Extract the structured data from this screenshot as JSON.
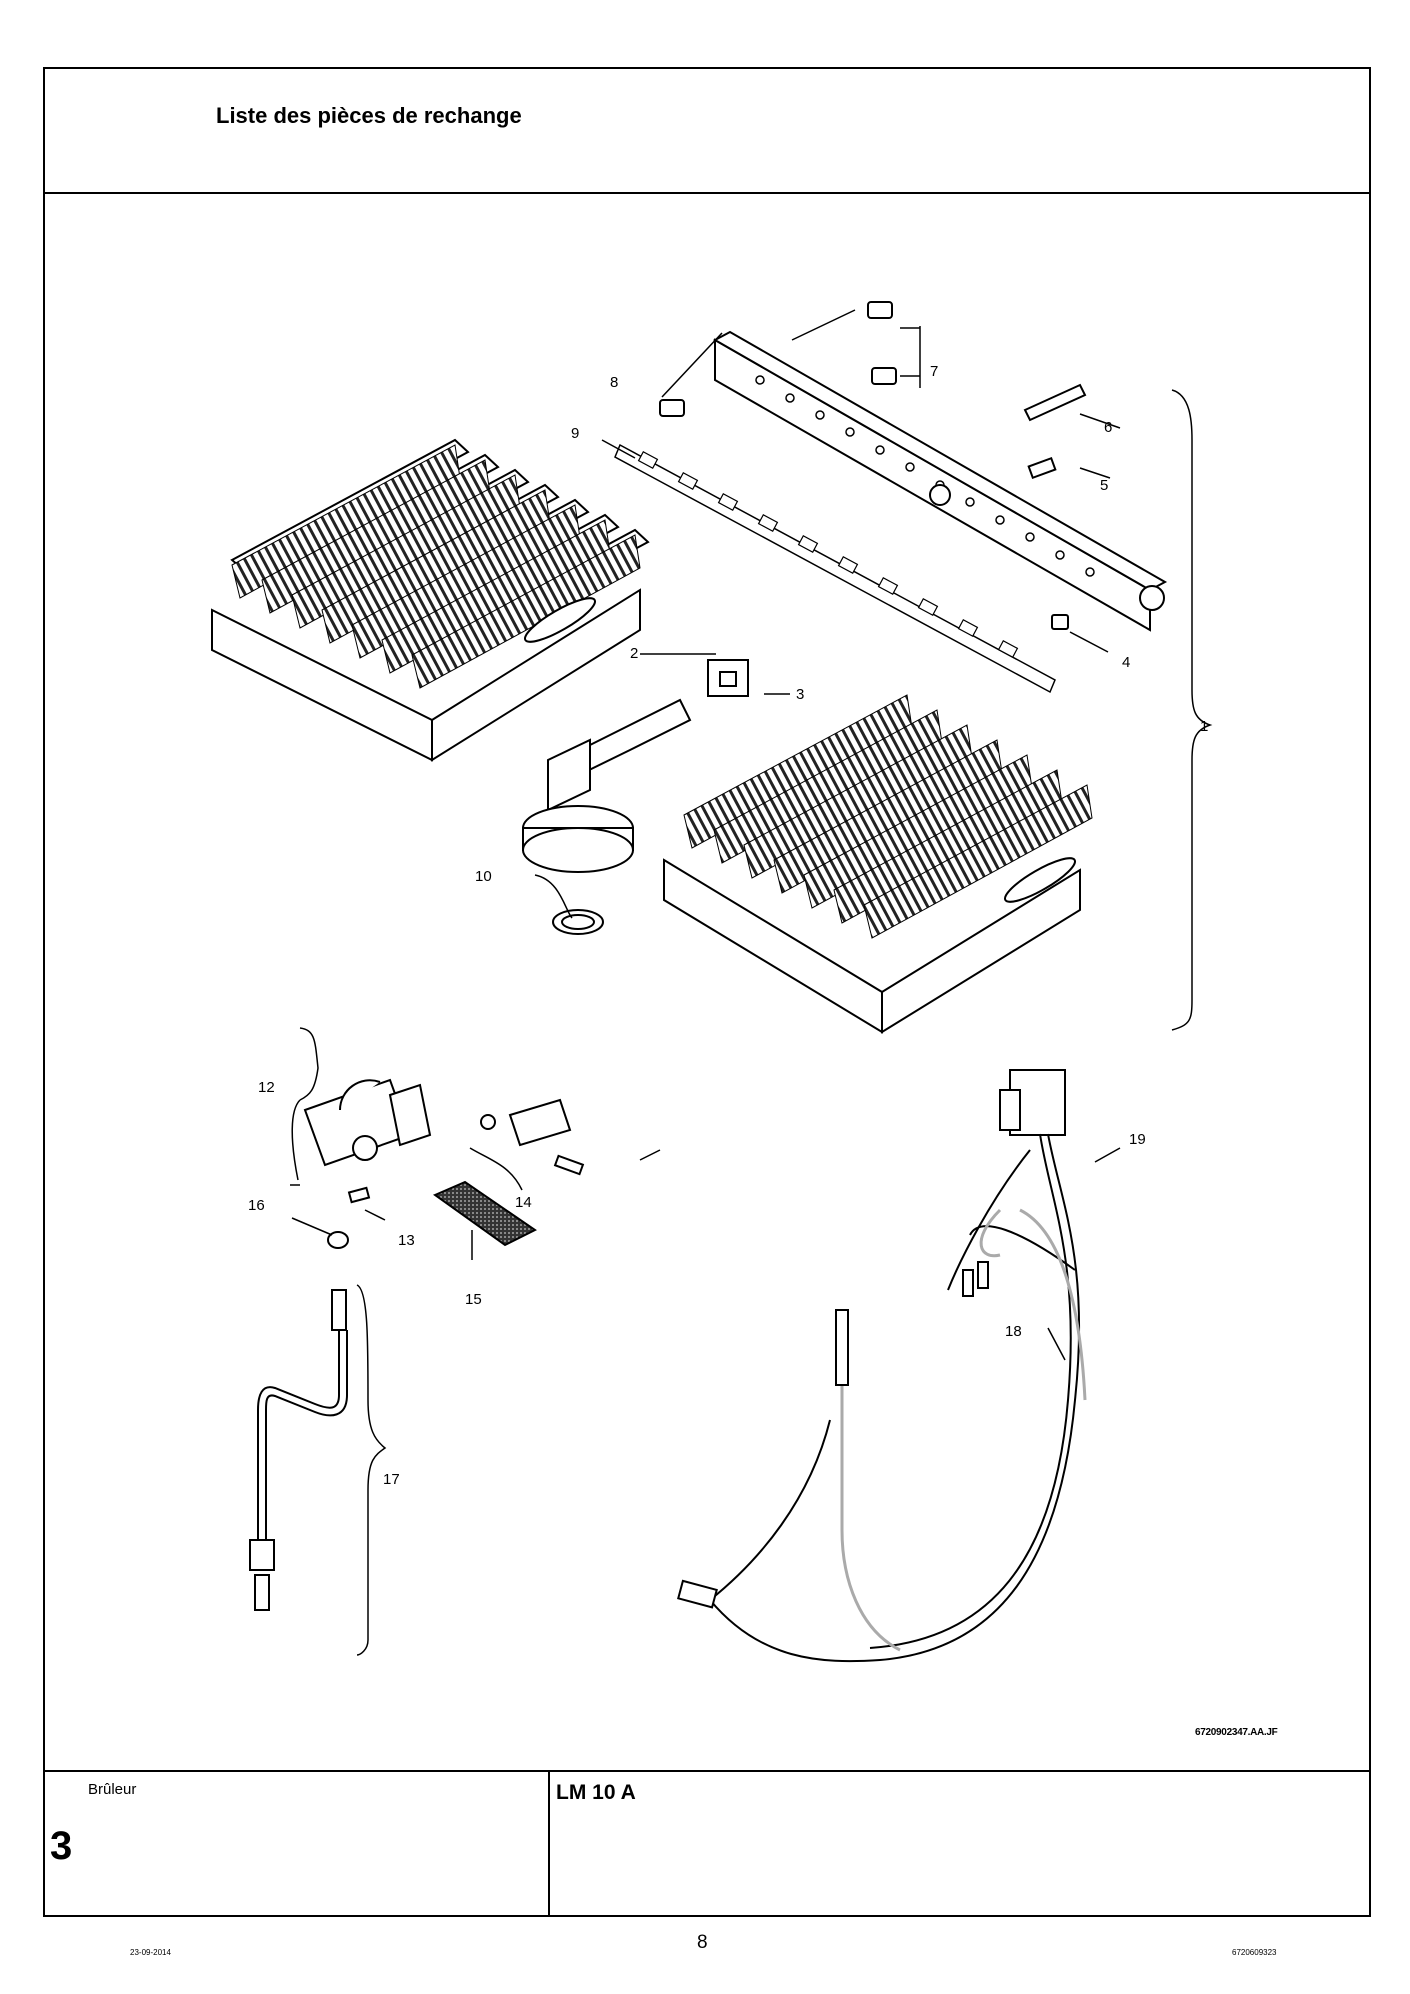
{
  "header": {
    "title": "Liste des pièces de rechange"
  },
  "drawing": {
    "code": "6720902347.AA.JF",
    "callouts": [
      "1",
      "2",
      "3",
      "4",
      "5",
      "6",
      "7",
      "8",
      "9",
      "10",
      "12",
      "13",
      "14",
      "15",
      "16",
      "17",
      "18",
      "19"
    ]
  },
  "footer_box": {
    "section_name": "Brûleur",
    "section_number": "3",
    "model": "LM 10 A"
  },
  "footer": {
    "date": "23-09-2014",
    "page": "8",
    "doc_code": "6720609323"
  }
}
